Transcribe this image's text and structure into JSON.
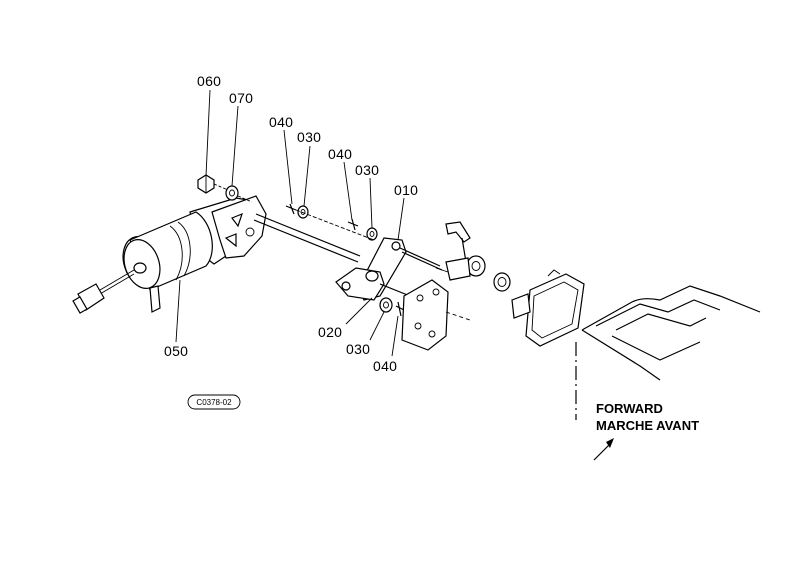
{
  "parts": [
    {
      "id": "p060",
      "label": "060"
    },
    {
      "id": "p070",
      "label": "070"
    },
    {
      "id": "p040a",
      "label": "040"
    },
    {
      "id": "p030a",
      "label": "030"
    },
    {
      "id": "p040b",
      "label": "040"
    },
    {
      "id": "p030b",
      "label": "030"
    },
    {
      "id": "p010",
      "label": "010"
    },
    {
      "id": "p050",
      "label": "050"
    },
    {
      "id": "p020",
      "label": "020"
    },
    {
      "id": "p030c",
      "label": "030"
    },
    {
      "id": "p040c",
      "label": "040"
    }
  ],
  "drawing_code": "C0378-02",
  "direction": {
    "line1": "FORWARD",
    "line2": "MARCHE AVANT"
  }
}
